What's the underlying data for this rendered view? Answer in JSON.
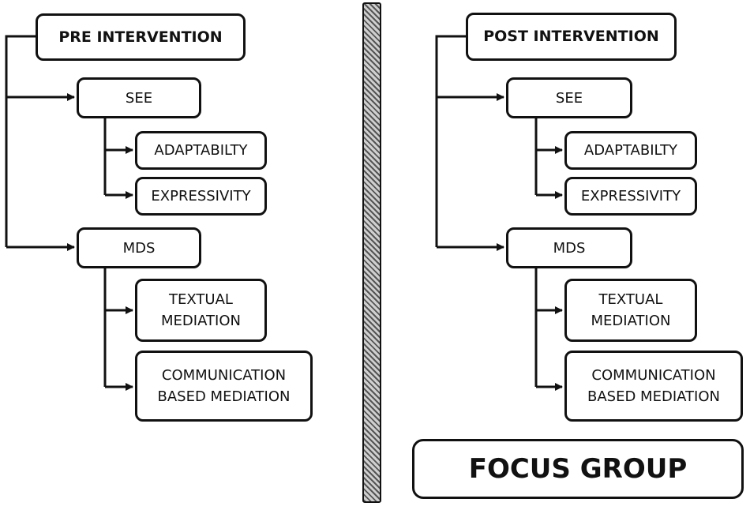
{
  "pre": {
    "title": "PRE INTERVENTION",
    "see": "SEE",
    "adaptability": "ADAPTABILTY",
    "expressivity": "EXPRESSIVITY",
    "mds": "MDS",
    "textual": "TEXTUAL\nMEDIATION",
    "communication": "COMMUNICATION\nBASED MEDIATION"
  },
  "post": {
    "title": "POST INTERVENTION",
    "see": "SEE",
    "adaptability": "ADAPTABILTY",
    "expressivity": "EXPRESSIVITY",
    "mds": "MDS",
    "textual": "TEXTUAL\nMEDIATION",
    "communication": "COMMUNICATION\nBASED MEDIATION"
  },
  "focus_group": "FOCUS GROUP"
}
